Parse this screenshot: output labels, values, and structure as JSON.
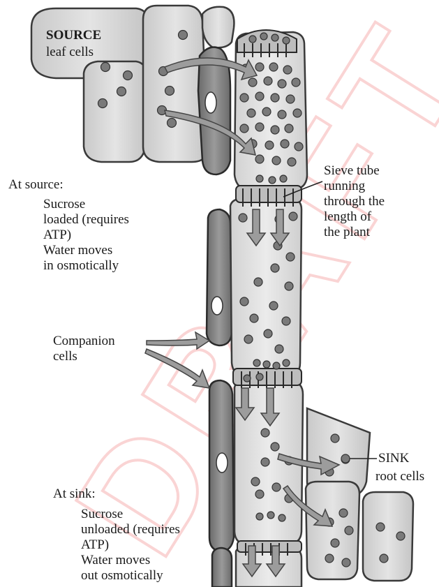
{
  "watermark": {
    "text": "DRAFT",
    "color": "#e63c3c"
  },
  "labels": {
    "source_title": "SOURCE",
    "source_sub": "leaf cells",
    "at_source": "At source:",
    "source_lines": [
      "Sucrose",
      "loaded (requires",
      "ATP)",
      "Water moves",
      "in osmotically"
    ],
    "sieve_lines": [
      "Sieve tube",
      "running",
      "through the",
      "length of",
      "the plant"
    ],
    "companion_lines": [
      "Companion",
      "cells"
    ],
    "sink_title": "SINK",
    "sink_sub": "root cells",
    "at_sink": "At sink:",
    "sink_lines": [
      "Sucrose",
      "unloaded (requires",
      "ATP)",
      "Water moves",
      "out osmotically"
    ]
  }
}
